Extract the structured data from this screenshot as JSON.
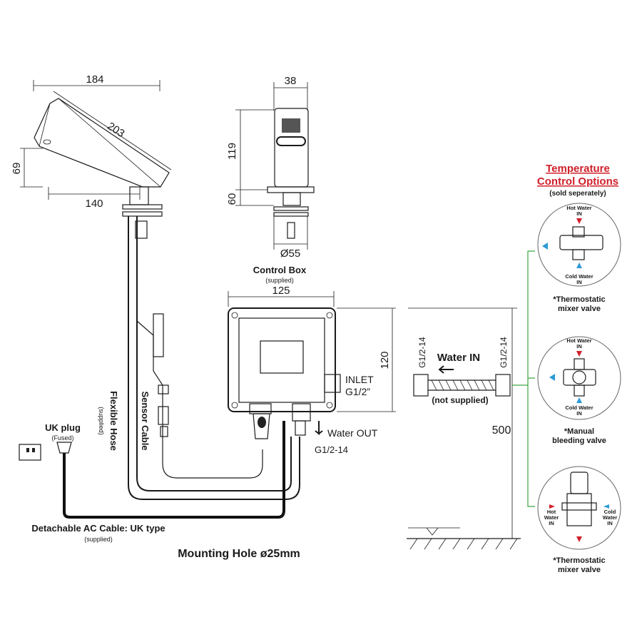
{
  "faucet": {
    "dim_width": "184",
    "dim_diagonal": "203",
    "dim_height": "69",
    "dim_reach": "140"
  },
  "side_view": {
    "dim_width": "38",
    "dim_body": "119",
    "dim_base": "60",
    "dim_diameter": "Ø55"
  },
  "control_box": {
    "title": "Control Box",
    "subtitle": "(supplied)",
    "dim_width": "125",
    "dim_height": "120",
    "inlet_line1": "INLET",
    "inlet_line2": "G1/2”",
    "water_out": "Water OUT",
    "outlet_thread": "G1/2-14"
  },
  "hoses": {
    "flexible_hose": "Flexible Hose",
    "flexible_hose_sub": "(supplied)",
    "sensor_cable": "Sensor Cable"
  },
  "power": {
    "uk_plug": "UK plug",
    "uk_plug_sub": "(Fused)",
    "ac_cable": "Detachable AC Cable: UK type",
    "ac_cable_sub": "(supplied)"
  },
  "mounting_hole": "Mounting Hole ø25mm",
  "water_in": {
    "label": "Water IN",
    "sub": "(not supplied)",
    "thread_left": "G1/2-14",
    "thread_right": "G1/2-14",
    "dim_height": "500"
  },
  "temperature_options": {
    "title_line1": "Temperature",
    "title_line2": "Control Options",
    "subtitle": "(sold seperately)",
    "options": [
      {
        "hot": "Hot Water",
        "hot2": "IN",
        "cold": "Cold Water",
        "cold2": "IN",
        "caption1": "*Thermostatic",
        "caption2": "mixer valve"
      },
      {
        "hot": "Hot Water",
        "hot2": "IN",
        "cold": "Cold Water",
        "cold2": "IN",
        "caption1": "*Manual",
        "caption2": "bleeding valve"
      },
      {
        "hot": "Hot",
        "hot2": "Water",
        "hot3": "IN",
        "cold": "Cold",
        "cold2": "Water",
        "cold3": "IN",
        "caption1": "*Thermostatic",
        "caption2": "mixer valve"
      }
    ]
  },
  "colors": {
    "hot": "#d0202a",
    "cold": "#2d9ad6",
    "connector": "#3aa640",
    "title": "#d0202a"
  }
}
